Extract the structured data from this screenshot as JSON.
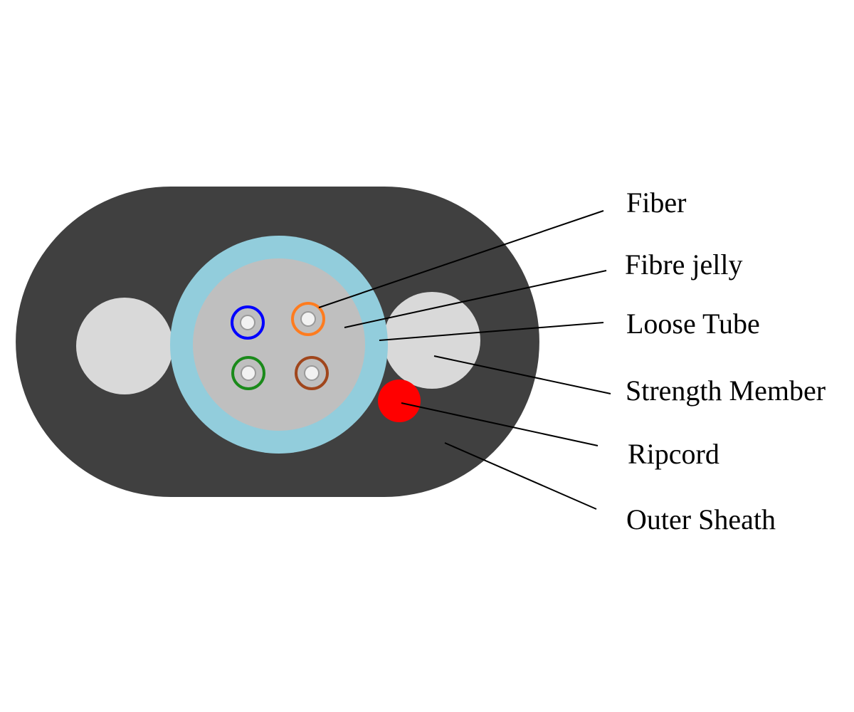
{
  "labels": {
    "fiber": "Fiber",
    "fibre_jelly": "Fibre jelly",
    "loose_tube": "Loose Tube",
    "strength_member": "Strength Member",
    "ripcord": "Ripcord",
    "outer_sheath": "Outer Sheath"
  },
  "colors": {
    "outer_sheath": "#404040",
    "strength_member": "#d9d9d9",
    "loose_tube": "#92cddc",
    "fibre_jelly": "#bfbfbf",
    "ripcord": "#ff0000",
    "fiber_blue": "#0000ff",
    "fiber_orange": "#ff7c1f",
    "fiber_green": "#1a8a1a",
    "fiber_brown": "#a0461c",
    "fiber_core": "#f2f2f2"
  }
}
